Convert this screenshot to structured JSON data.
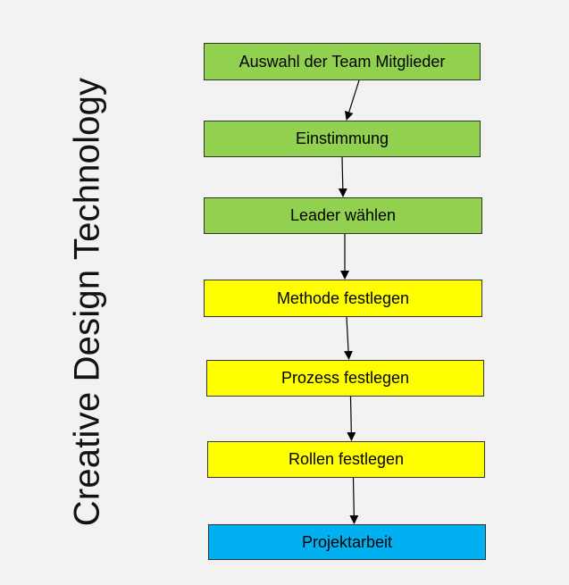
{
  "side_title": "Creative Design Technology",
  "colors": {
    "green": "#92d050",
    "yellow": "#ffff00",
    "blue": "#00b0f0"
  },
  "steps": [
    {
      "label": "Auswahl der Team Mitglieder",
      "color": "green"
    },
    {
      "label": "Einstimmung",
      "color": "green"
    },
    {
      "label": "Leader wählen",
      "color": "green"
    },
    {
      "label": "Methode festlegen",
      "color": "yellow"
    },
    {
      "label": "Prozess festlegen",
      "color": "yellow"
    },
    {
      "label": "Rollen festlegen",
      "color": "yellow"
    },
    {
      "label": "Projektarbeit",
      "color": "blue"
    }
  ]
}
